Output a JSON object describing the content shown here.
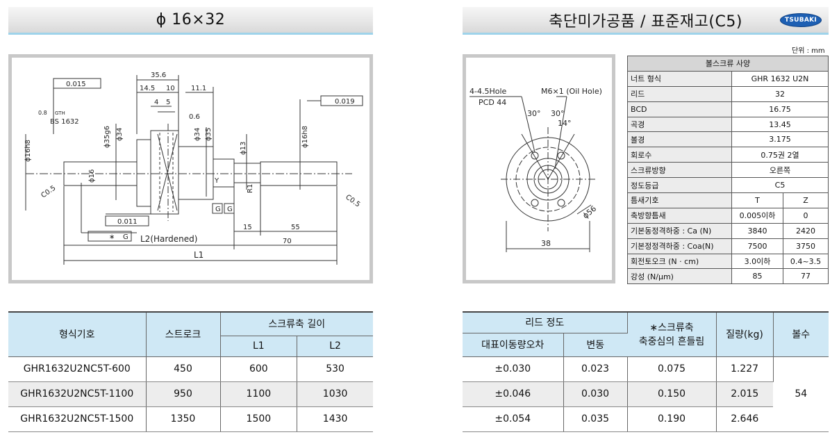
{
  "left_title": "ϕ 16×32",
  "right_title": "축단미가공품 / 표준재고(C5)",
  "logo_text": "TSUBAKI",
  "unit_label": "단위 : mm",
  "drawing_labels": {
    "flange_tol": "0.015",
    "dim_356": "35.6",
    "dim_1451": "14.5",
    "dim_10": "10",
    "dim_111": "11.1",
    "dim_4": "4",
    "dim_5": "5",
    "dim_06": "0.6",
    "tol_019": "0.019",
    "bs": "BS 1632",
    "gth": "GTH",
    "rough": "0.8",
    "d35": "ϕ35g6",
    "d34a": "ϕ34",
    "d34b": "ϕ34",
    "d35b": "ϕ35",
    "d16h8": "ϕ16h8",
    "d16h8b": "ϕ16h8",
    "d16": "ϕ16",
    "d13": "ϕ13",
    "c05a": "C0.5",
    "c05b": "C0.5",
    "r1": "R1",
    "y": "Y",
    "g": "G",
    "tol_011": "0.011",
    "star": "∗",
    "l2": "L2(Hardened)",
    "l1": "L1",
    "dim_15": "15",
    "dim_55": "55",
    "dim_70": "70",
    "holes": "4-4.5Hole",
    "pcd": "PCD 44",
    "oil": "M6×1 (Oil Hole)",
    "ang1": "30°",
    "ang2": "30°",
    "ang3": "14°",
    "d56": "ϕ56",
    "dim_38": "38"
  },
  "spec_table": {
    "title": "볼스크류 사양",
    "rows": [
      {
        "label": "너트 형식",
        "v": "GHR 1632 U2N"
      },
      {
        "label": "리드",
        "v": "32"
      },
      {
        "label": "BCD",
        "v": "16.75"
      },
      {
        "label": "곡경",
        "v": "13.45"
      },
      {
        "label": "볼경",
        "v": "3.175"
      },
      {
        "label": "회로수",
        "v": "0.75권 2열"
      },
      {
        "label": "스크류방향",
        "v": "오른쪽"
      },
      {
        "label": "정도등급",
        "v": "C5"
      },
      {
        "label": "틈새기호",
        "t": "T",
        "z": "Z"
      },
      {
        "label": "축방향틈새",
        "t": "0.005이하",
        "z": "0"
      },
      {
        "label": "기본동정격하중 : Ca (N)",
        "t": "3840",
        "z": "2420"
      },
      {
        "label": "기본정정격하중 : Coa(N)",
        "t": "7500",
        "z": "3750"
      },
      {
        "label": "회전토오크 (N · cm)",
        "t": "3.0이하",
        "z": "0.4~3.5"
      },
      {
        "label": "강성 (N/μm)",
        "t": "85",
        "z": "77"
      }
    ]
  },
  "left_table": {
    "h_model": "형식기호",
    "h_stroke": "스트로크",
    "h_length": "스크류축 길이",
    "h_l1": "L1",
    "h_l2": "L2",
    "rows": [
      {
        "model": "GHR1632U2NC5T-600",
        "stroke": "450",
        "l1": "600",
        "l2": "530"
      },
      {
        "model": "GHR1632U2NC5T-1100",
        "stroke": "950",
        "l1": "1100",
        "l2": "1030"
      },
      {
        "model": "GHR1632U2NC5T-1500",
        "stroke": "1350",
        "l1": "1500",
        "l2": "1430"
      }
    ]
  },
  "right_table": {
    "h_lead": "리드 정도",
    "h_rep": "대표이동량오차",
    "h_var": "변동",
    "h_runout_1": "∗스크류축",
    "h_runout_2": "축중심의 흔들림",
    "h_mass": "질량(kg)",
    "h_balls": "볼수",
    "balls": "54",
    "rows": [
      {
        "rep": "±0.030",
        "var": "0.023",
        "run": "0.075",
        "mass": "1.227"
      },
      {
        "rep": "±0.046",
        "var": "0.030",
        "run": "0.150",
        "mass": "2.015"
      },
      {
        "rep": "±0.054",
        "var": "0.035",
        "run": "0.190",
        "mass": "2.646"
      }
    ]
  }
}
